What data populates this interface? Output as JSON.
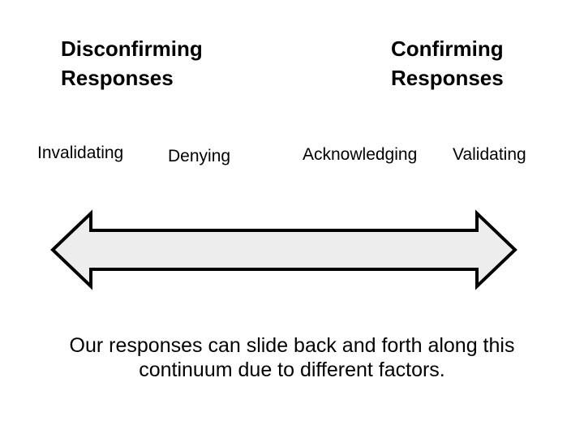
{
  "slide": {
    "background_color": "#ffffff",
    "text_color": "#000000",
    "headings": {
      "left": {
        "line1": "Disconfirming",
        "line2": "Responses"
      },
      "right": {
        "line1": "Confirming",
        "line2": "Responses"
      }
    },
    "labels": [
      {
        "text": "Invalidating"
      },
      {
        "text": "Denying"
      },
      {
        "text": "Acknowledging"
      },
      {
        "text": "Validating"
      }
    ],
    "arrow": {
      "type": "double-headed-horizontal-arrow",
      "fill": "#ededed",
      "stroke": "#000000",
      "stroke_width": "4"
    },
    "caption": {
      "line1": "Our responses can slide back and forth along this",
      "line2": "continuum due to different factors.",
      "full_text": "Our responses can slide back and forth along this continuum due to different factors."
    }
  }
}
